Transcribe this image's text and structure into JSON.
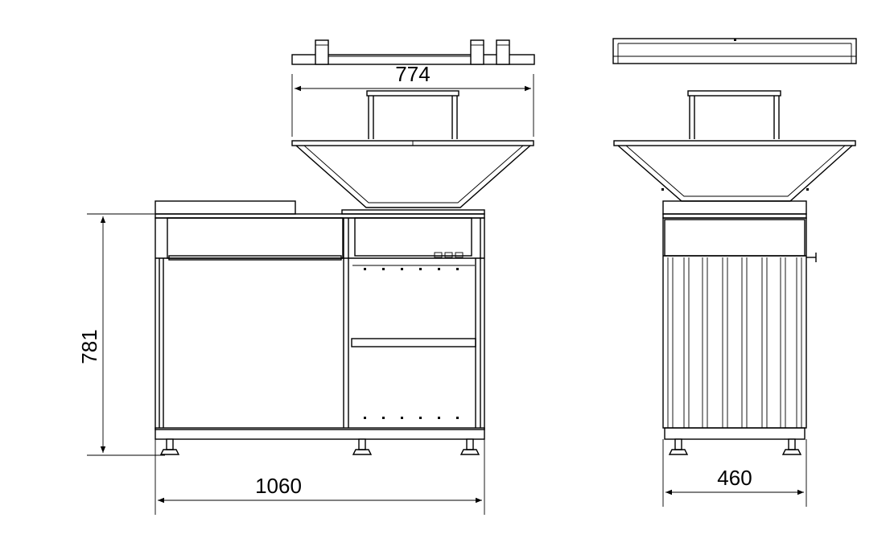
{
  "dimensions": {
    "top_width": "774",
    "height": "781",
    "front_width": "1060",
    "side_depth": "460"
  },
  "colors": {
    "line": "#000000",
    "background": "#ffffff"
  }
}
